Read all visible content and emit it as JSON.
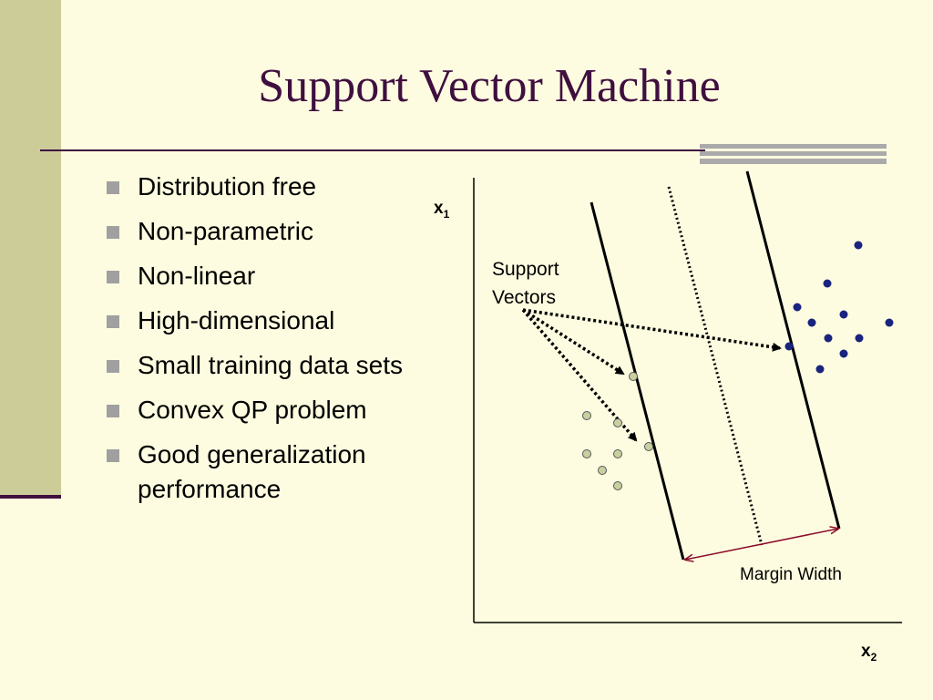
{
  "slide": {
    "title": "Support Vector Machine",
    "bullets": [
      "Distribution free",
      "Non-parametric",
      "Non-linear",
      "High-dimensional",
      "Small training data sets",
      "Convex QP problem",
      "Good generalization performance"
    ]
  },
  "diagram": {
    "y_axis_label": "x",
    "y_axis_subscript": "1",
    "x_axis_label": "x",
    "x_axis_subscript": "2",
    "support_vectors_label_line1": "Support",
    "support_vectors_label_line2": "Vectors",
    "margin_label": "Margin Width",
    "colors": {
      "positive_points": "#1a237e",
      "negative_points": "#c8d0a0",
      "margin_arrow": "#8b0a2a",
      "axes": "#000000",
      "title": "#3f0f3f"
    }
  }
}
